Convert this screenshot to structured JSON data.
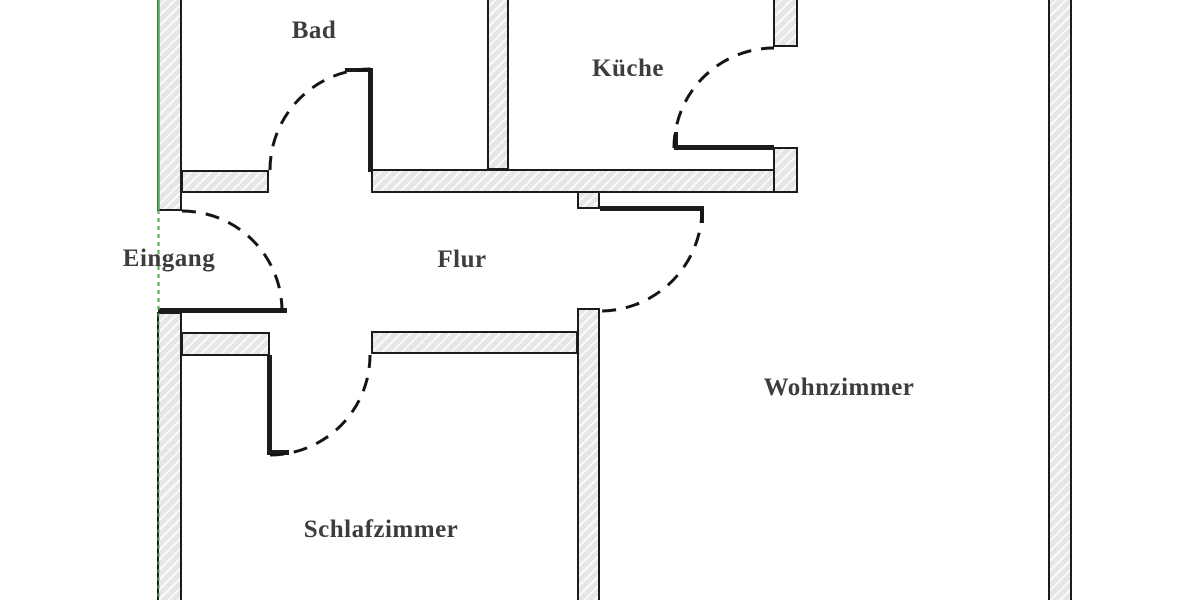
{
  "rooms": [
    {
      "label": "Bad"
    },
    {
      "label": "Küche"
    },
    {
      "label": "Eingang"
    },
    {
      "label": "Flur"
    },
    {
      "label": "Wohnzimmer"
    },
    {
      "label": "Schlafzimmer"
    }
  ],
  "colors": {
    "background": "#ffffff",
    "wall_fill": "#e6e6e6",
    "wall_hatch": "#fafafa",
    "outline": "#1c1c1c",
    "entrance_line": "#5aa05a",
    "label_text": "#3d3d3d"
  }
}
